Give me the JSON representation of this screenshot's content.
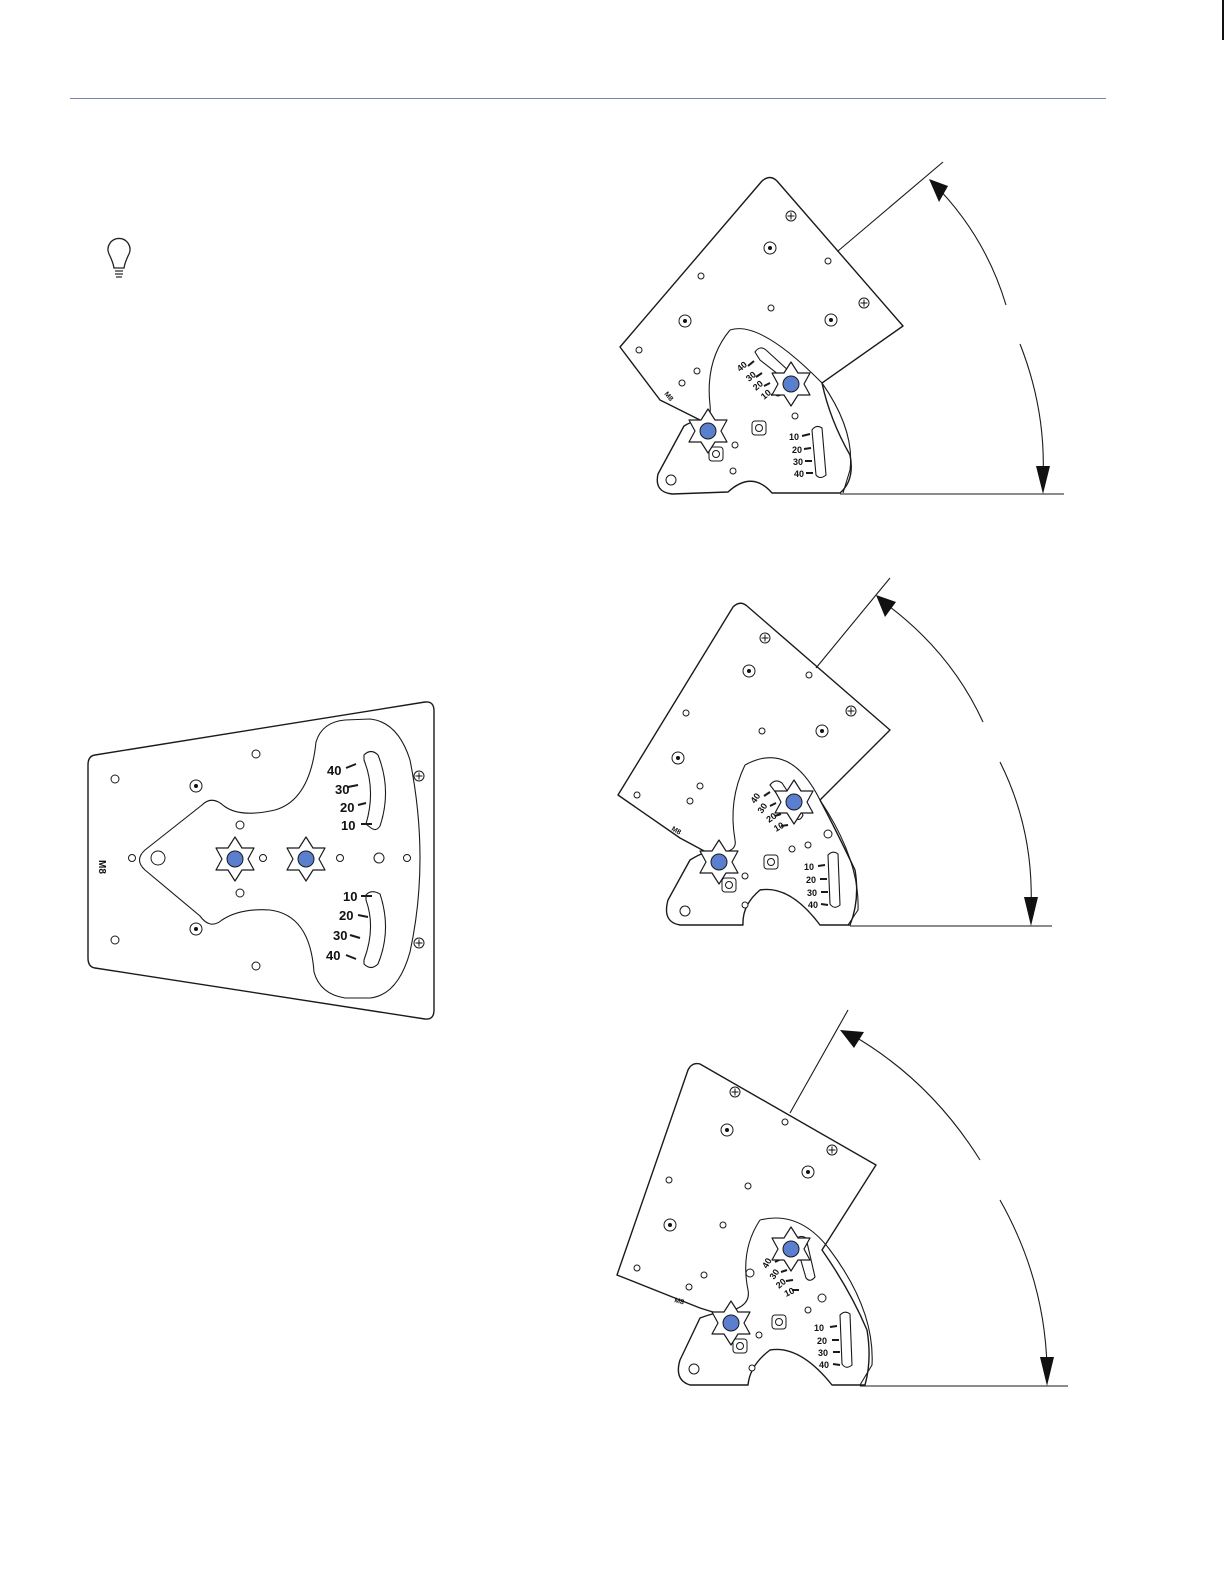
{
  "page": {
    "colors": {
      "header_rule": "#7b7fb8",
      "knob_accent": "#5b7fcf",
      "line": "#1a1a1a"
    },
    "tip_icon": "lightbulb-icon"
  },
  "plate_front": {
    "logo": "M8",
    "upper_scale": [
      "40",
      "30",
      "20",
      "10"
    ],
    "lower_scale": [
      "10",
      "20",
      "30",
      "40"
    ]
  },
  "angle_views": [
    {
      "logo": "M8",
      "upper_scale": [
        "40",
        "30",
        "20",
        "10"
      ],
      "lower_scale": [
        "10",
        "20",
        "30",
        "40"
      ]
    },
    {
      "logo": "M8",
      "upper_scale": [
        "40",
        "30",
        "20",
        "10"
      ],
      "lower_scale": [
        "10",
        "20",
        "30",
        "40"
      ]
    },
    {
      "logo": "M8",
      "upper_scale": [
        "40",
        "30",
        "20",
        "10"
      ],
      "lower_scale": [
        "10",
        "20",
        "30",
        "40"
      ]
    }
  ]
}
